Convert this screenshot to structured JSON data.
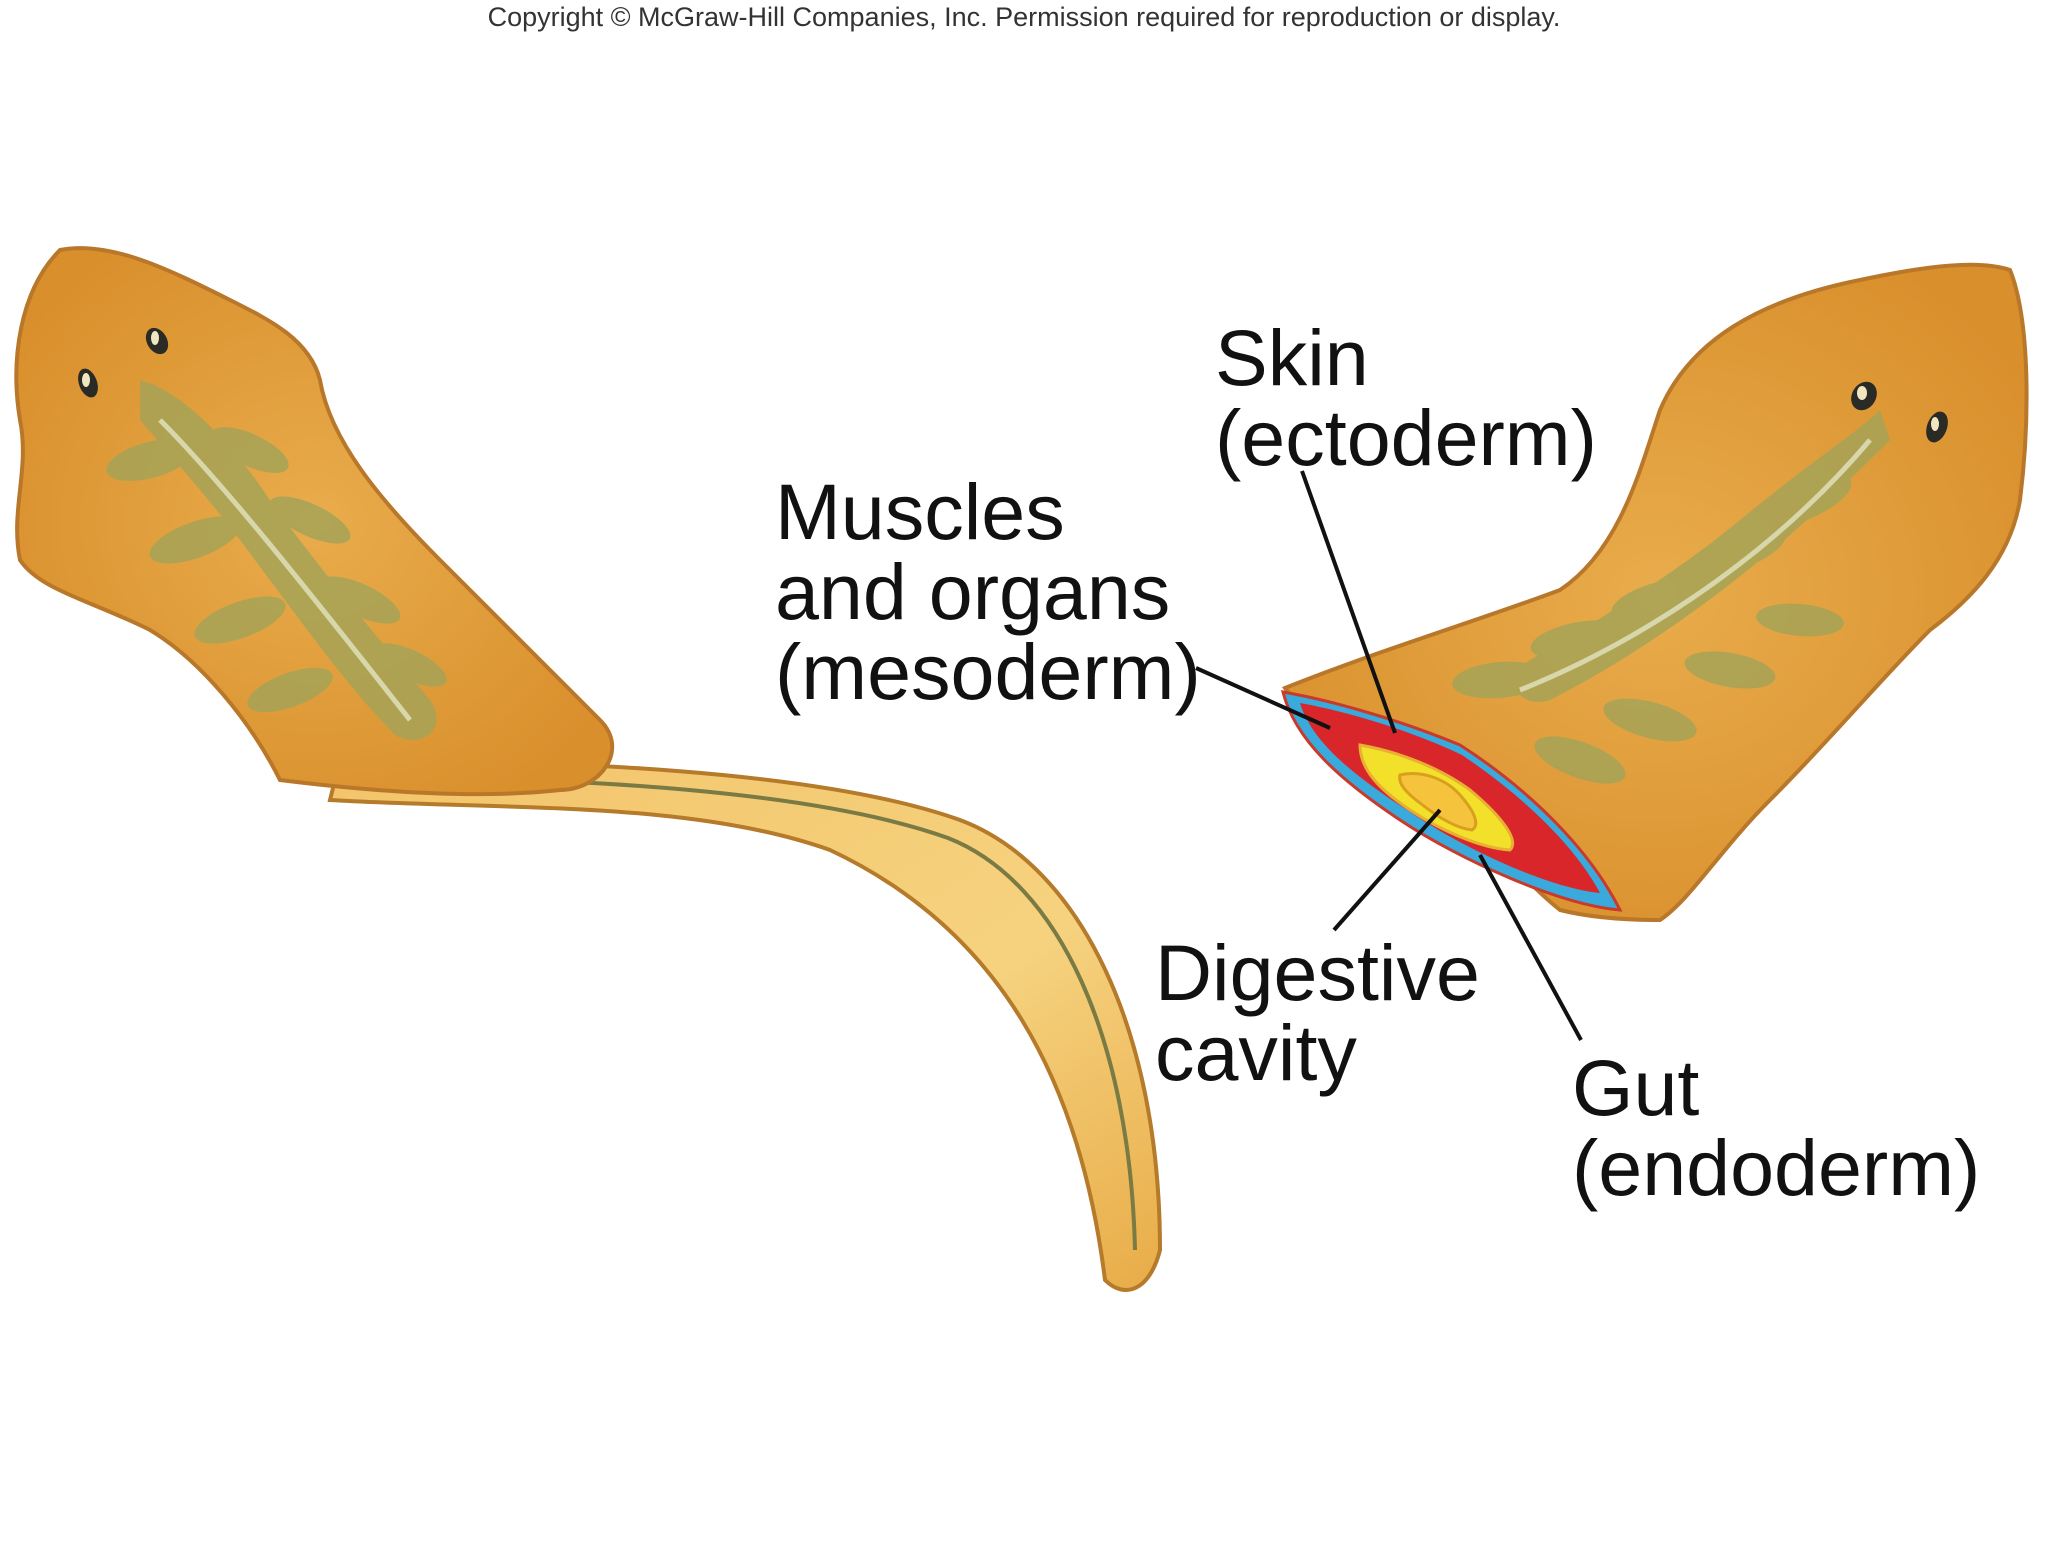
{
  "copyright": "Copyright © McGraw-Hill Companies, Inc. Permission required for reproduction or display.",
  "labels": {
    "skin": [
      "Skin",
      "(ectoderm)"
    ],
    "mesoderm": [
      "Muscles",
      "and organs",
      "(mesoderm)"
    ],
    "digestive": [
      "Digestive",
      "cavity"
    ],
    "gut": [
      "Gut",
      "(endoderm)"
    ]
  },
  "colors": {
    "body": "#e3a23c",
    "body_light": "#f2c56a",
    "gut_branches": "#a6a457",
    "ectoderm": "#3aa9dc",
    "mesoderm": "#d8262a",
    "endoderm": "#f2e02a",
    "cavity": "#f6c33c",
    "eye": "#2b2b25"
  }
}
